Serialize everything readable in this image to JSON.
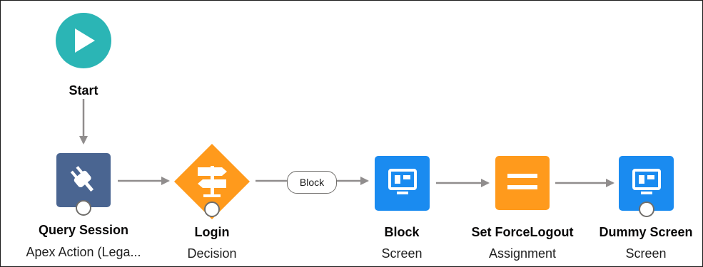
{
  "flow": {
    "start": {
      "label": "Start",
      "icon": "play-icon",
      "color": "#2bb5b5"
    },
    "nodes": [
      {
        "id": "query-session",
        "title": "Query Session",
        "type": "Apex Action (Lega...",
        "icon": "plug-icon",
        "color": "#4a6591"
      },
      {
        "id": "login",
        "title": "Login",
        "type": "Decision",
        "icon": "signpost-icon",
        "color": "#ff9a1c"
      },
      {
        "id": "block",
        "title": "Block",
        "type": "Screen",
        "icon": "screen-icon",
        "color": "#1a8bf0"
      },
      {
        "id": "set-forcelogout",
        "title": "Set ForceLogout",
        "type": "Assignment",
        "icon": "equals-icon",
        "color": "#ff9a1c"
      },
      {
        "id": "dummy-screen",
        "title": "Dummy Screen",
        "type": "Screen",
        "icon": "screen-icon",
        "color": "#1a8bf0"
      }
    ],
    "connector_badge": "Block",
    "connector_color": "#908d8d"
  }
}
